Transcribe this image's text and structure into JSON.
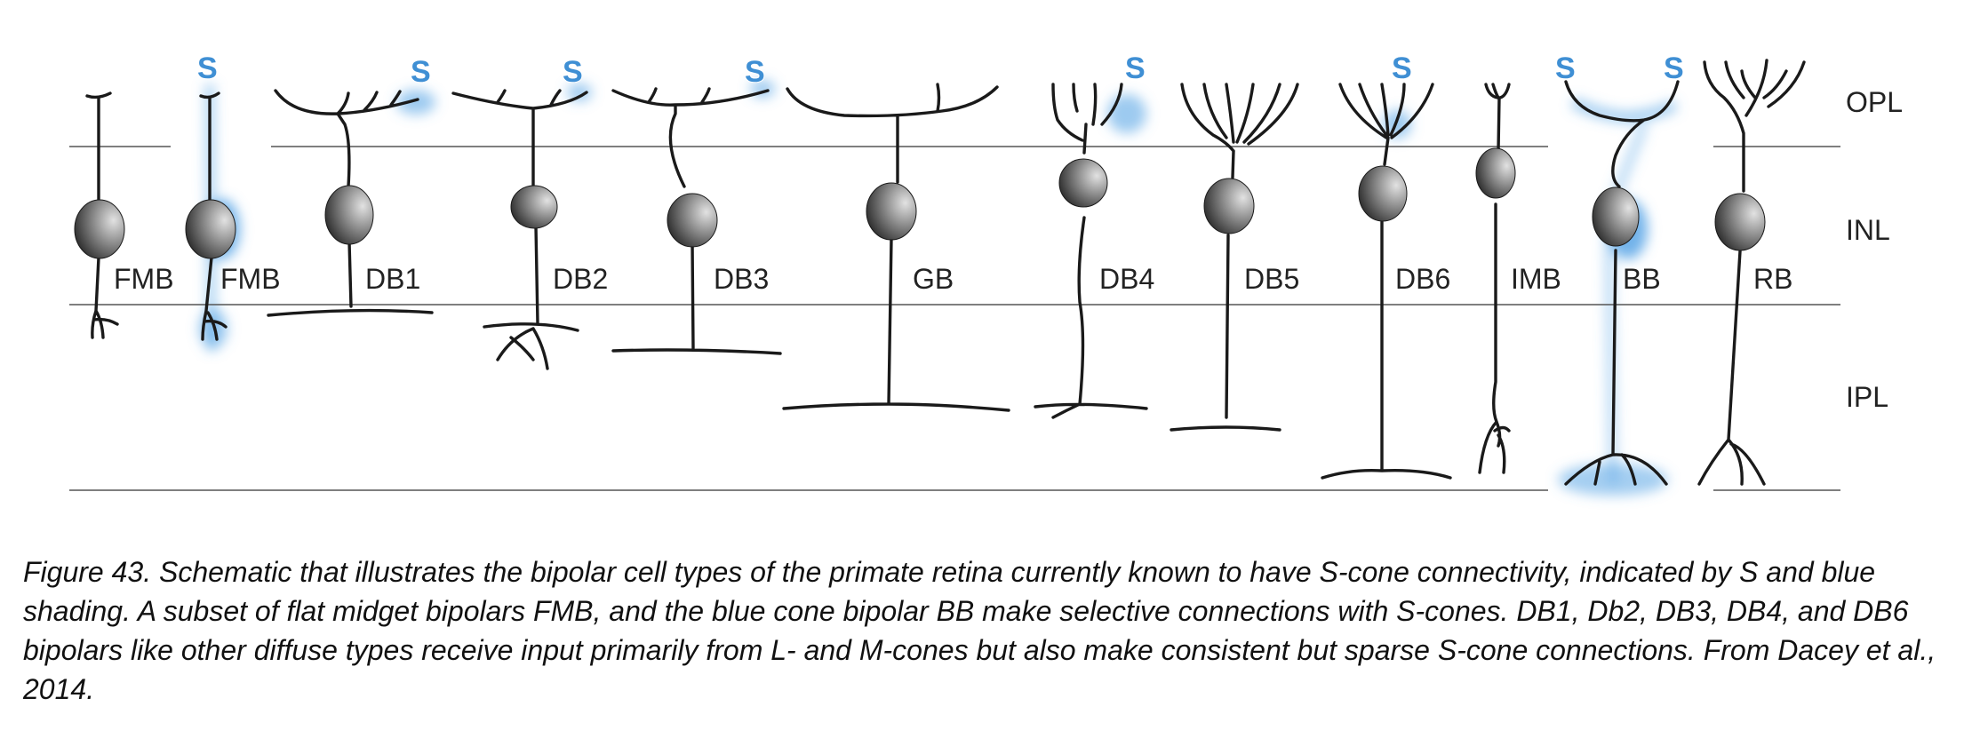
{
  "layers": [
    "OPL",
    "INL",
    "IPL"
  ],
  "cells": [
    {
      "label": "FMB",
      "s_cone": false
    },
    {
      "label": "FMB",
      "s_cone": true
    },
    {
      "label": "DB1",
      "s_cone": true
    },
    {
      "label": "DB2",
      "s_cone": true
    },
    {
      "label": "DB3",
      "s_cone": true
    },
    {
      "label": "GB",
      "s_cone": false
    },
    {
      "label": "DB4",
      "s_cone": true
    },
    {
      "label": "DB5",
      "s_cone": false
    },
    {
      "label": "DB6",
      "s_cone": true
    },
    {
      "label": "IMB",
      "s_cone": false
    },
    {
      "label": "BB",
      "s_cone": true
    },
    {
      "label": "RB",
      "s_cone": false
    }
  ],
  "s_marker": "S",
  "caption": "Figure 43. Schematic that illustrates the bipolar cell types of the primate retina currently known to have S-cone connectivity, indicated by S and blue shading. A subset of flat midget bipolars  FMB, and the blue cone bipolar BB make selective connections with S-cones. DB1, Db2, DB3, DB4, and DB6 bipolars like other diffuse types receive input primarily from L- and M-cones but also make consistent but sparse S-cone connections. From Dacey et al., 2014.",
  "colors": {
    "s_cone_blue": "#3f8fd4",
    "soma_dark": "#2a2a2a",
    "soma_light": "#d8d8d8"
  }
}
